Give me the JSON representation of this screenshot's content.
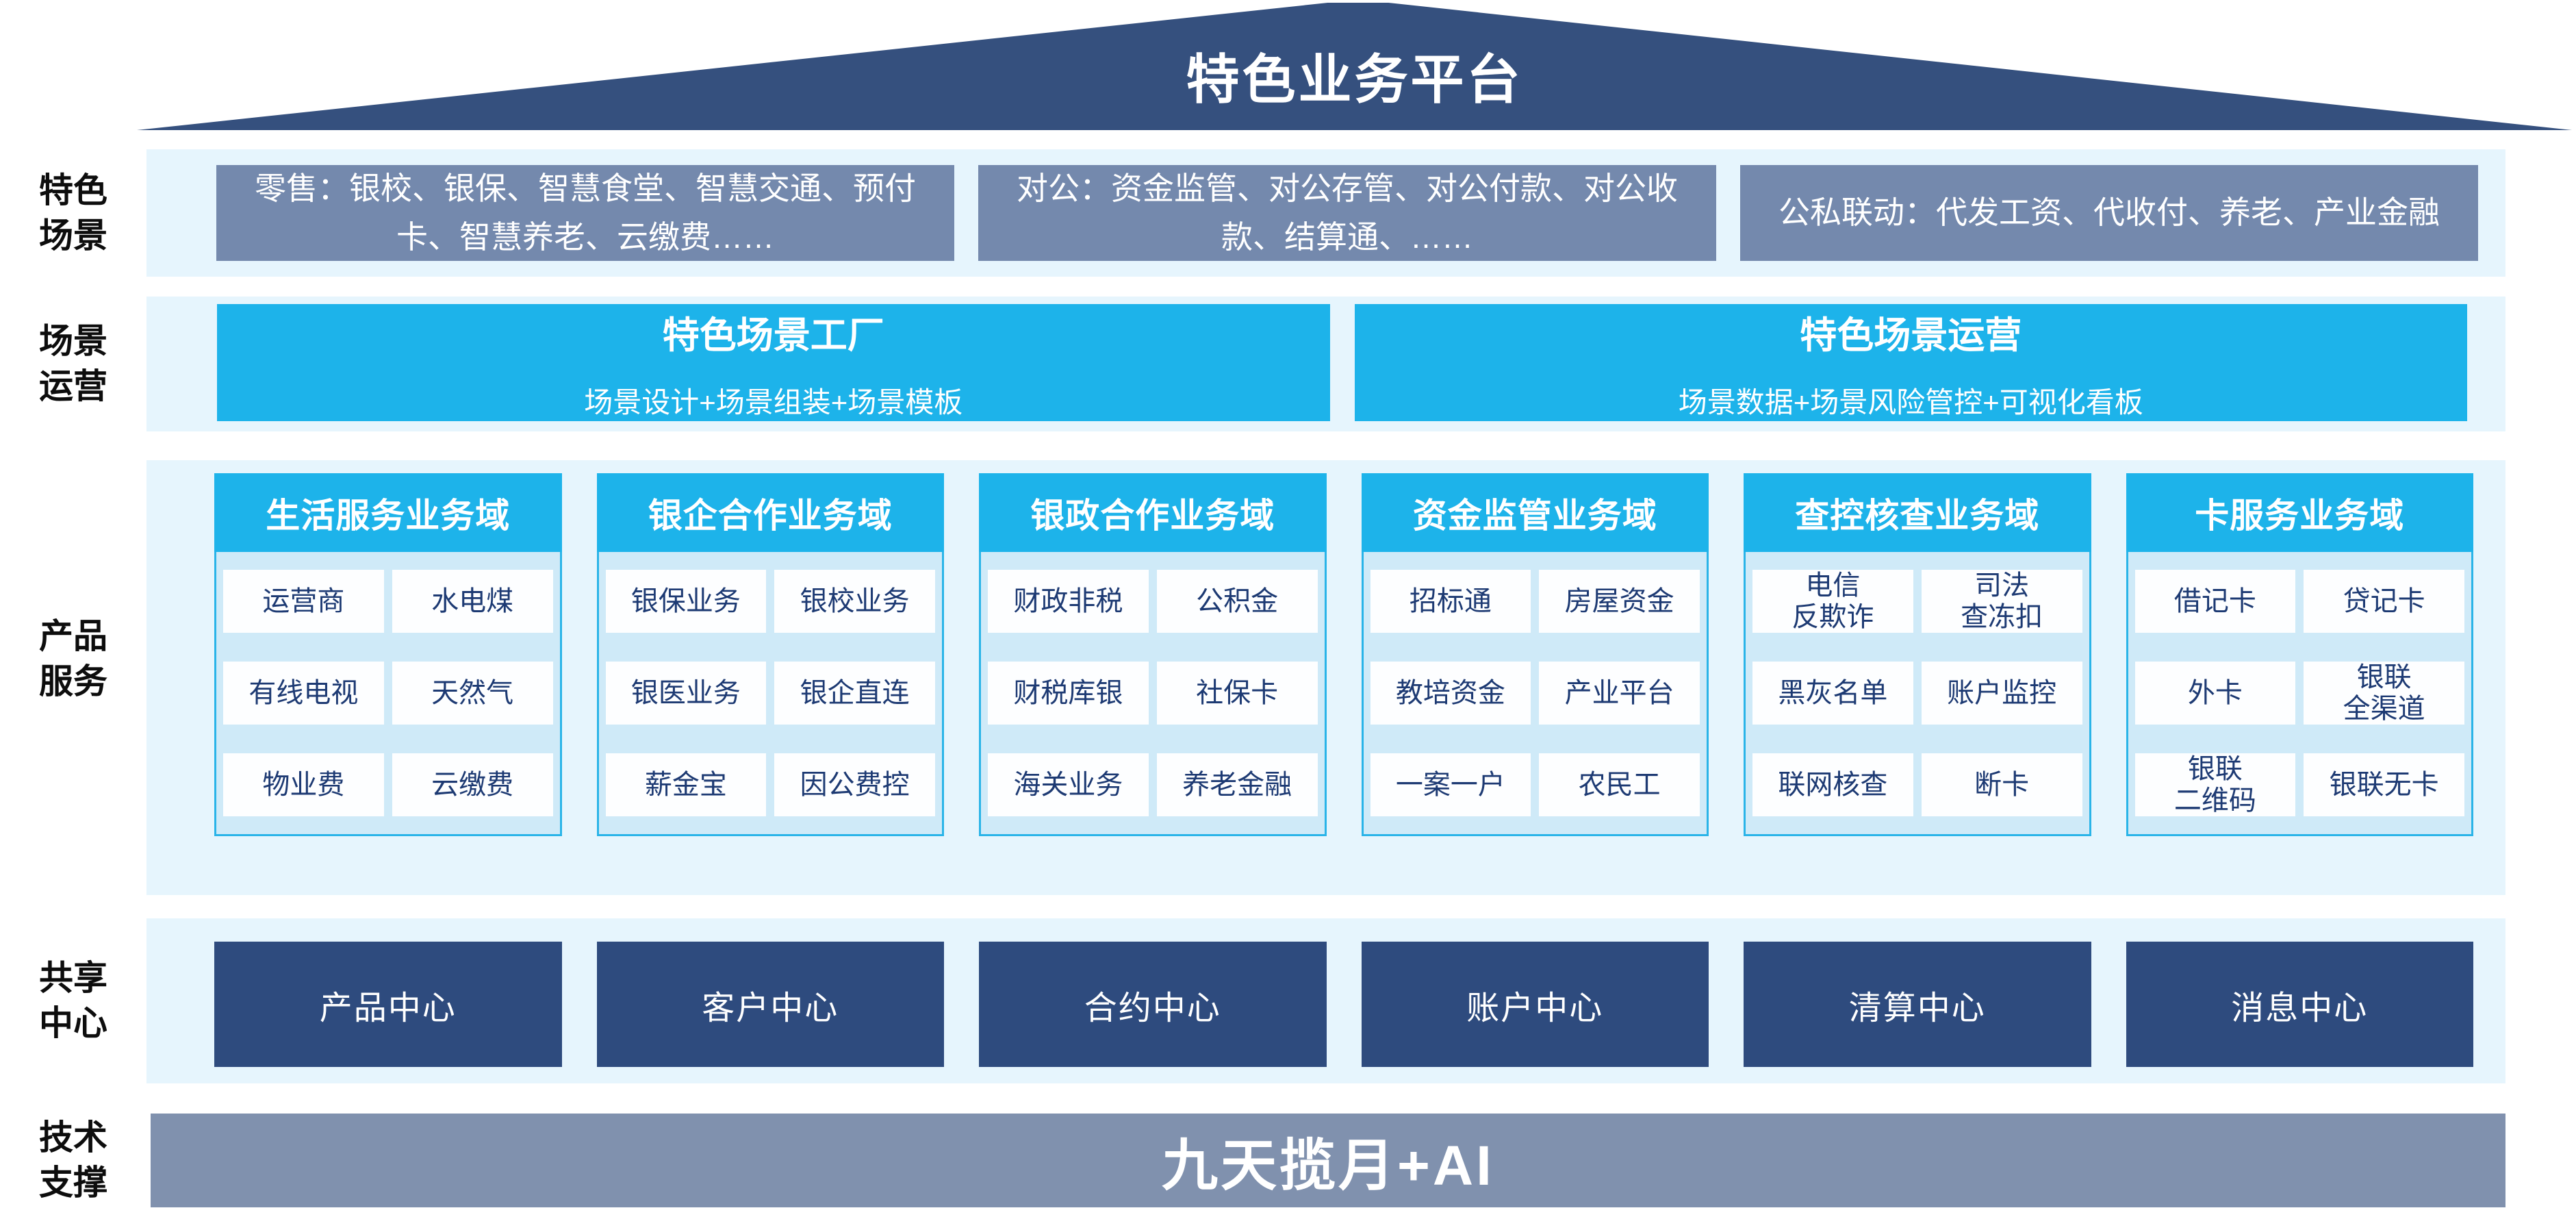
{
  "roof": {
    "title": "特色业务平台"
  },
  "row_scene": {
    "side_label": "特色\n场景",
    "boxes": [
      "零售：银校、银保、智慧食堂、智慧交通、预付卡、智慧养老、云缴费……",
      "对公：资金监管、对公存管、对公付款、对公收款、结算通、……",
      "公私联动：代发工资、代收付、养老、产业金融"
    ]
  },
  "row_operation": {
    "side_label": "场景\n运营",
    "boxes": [
      {
        "title": "特色场景工厂",
        "subtitle": "场景设计+场景组装+场景模板"
      },
      {
        "title": "特色场景运营",
        "subtitle": "场景数据+场景风险管控+可视化看板"
      }
    ]
  },
  "row_products": {
    "side_label": "产品\n服务",
    "domains": [
      {
        "header": "生活服务业务域",
        "cells": [
          "运营商",
          "水电煤",
          "有线电视",
          "天然气",
          "物业费",
          "云缴费"
        ]
      },
      {
        "header": "银企合作业务域",
        "cells": [
          "银保业务",
          "银校业务",
          "银医业务",
          "银企直连",
          "薪金宝",
          "因公费控"
        ]
      },
      {
        "header": "银政合作业务域",
        "cells": [
          "财政非税",
          "公积金",
          "财税库银",
          "社保卡",
          "海关业务",
          "养老金融"
        ]
      },
      {
        "header": "资金监管业务域",
        "cells": [
          "招标通",
          "房屋资金",
          "教培资金",
          "产业平台",
          "一案一户",
          "农民工"
        ]
      },
      {
        "header": "查控核查业务域",
        "cells": [
          "电信\n反欺诈",
          "司法\n查冻扣",
          "黑灰名单",
          "账户监控",
          "联网核查",
          "断卡"
        ]
      },
      {
        "header": "卡服务业务域",
        "cells": [
          "借记卡",
          "贷记卡",
          "外卡",
          "银联\n全渠道",
          "银联\n二维码",
          "银联无卡"
        ]
      }
    ]
  },
  "row_sharing": {
    "side_label": "共享\n中心",
    "centers": [
      "产品中心",
      "客户中心",
      "合约中心",
      "账户中心",
      "清算中心",
      "消息中心"
    ]
  },
  "row_tech": {
    "side_label": "技术\n支撑",
    "bar": "九天揽月+AI"
  },
  "colors": {
    "roof_navy": "#35507e",
    "center_navy": "#2e4b7e",
    "slate_blue": "#7489ad",
    "bar_slate": "#8091ae",
    "cyan": "#1db3ea",
    "band_light": "#e6f5fd",
    "panel_light": "#cfeaf8",
    "cell_text_navy": "#1d3a73"
  }
}
